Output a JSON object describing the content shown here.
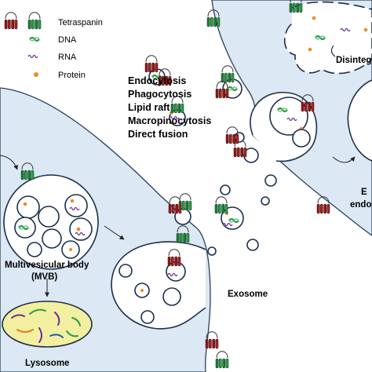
{
  "legend": {
    "tetraspanin": "Tetraspanin",
    "dna": "DNA",
    "rna": "RNA",
    "protein": "Protein"
  },
  "pathways": {
    "items": [
      "Endocytosis",
      "Phagocytosis",
      "Lipid raft",
      "Macropinocytosis",
      "Direct fusion"
    ]
  },
  "labels": {
    "mvb_line1": "Multivesicular body",
    "mvb_line2": "(MVB)",
    "lysosome": "Lysosome",
    "exosome": "Exosome",
    "disintegration": "Disintegr",
    "endo_line1": "E",
    "endo_line2": "endo"
  },
  "colors": {
    "cell_fill": "#dce8f3",
    "cell_stroke": "#2a3f5a",
    "tetraspanin_red": "#8b1a1a",
    "tetraspanin_green": "#1f7a3a",
    "dna_green": "#2c9a4a",
    "rna_purple": "#6a2c9a",
    "protein_orange": "#f28a24",
    "lysosome_fill": "#f3efa0"
  }
}
